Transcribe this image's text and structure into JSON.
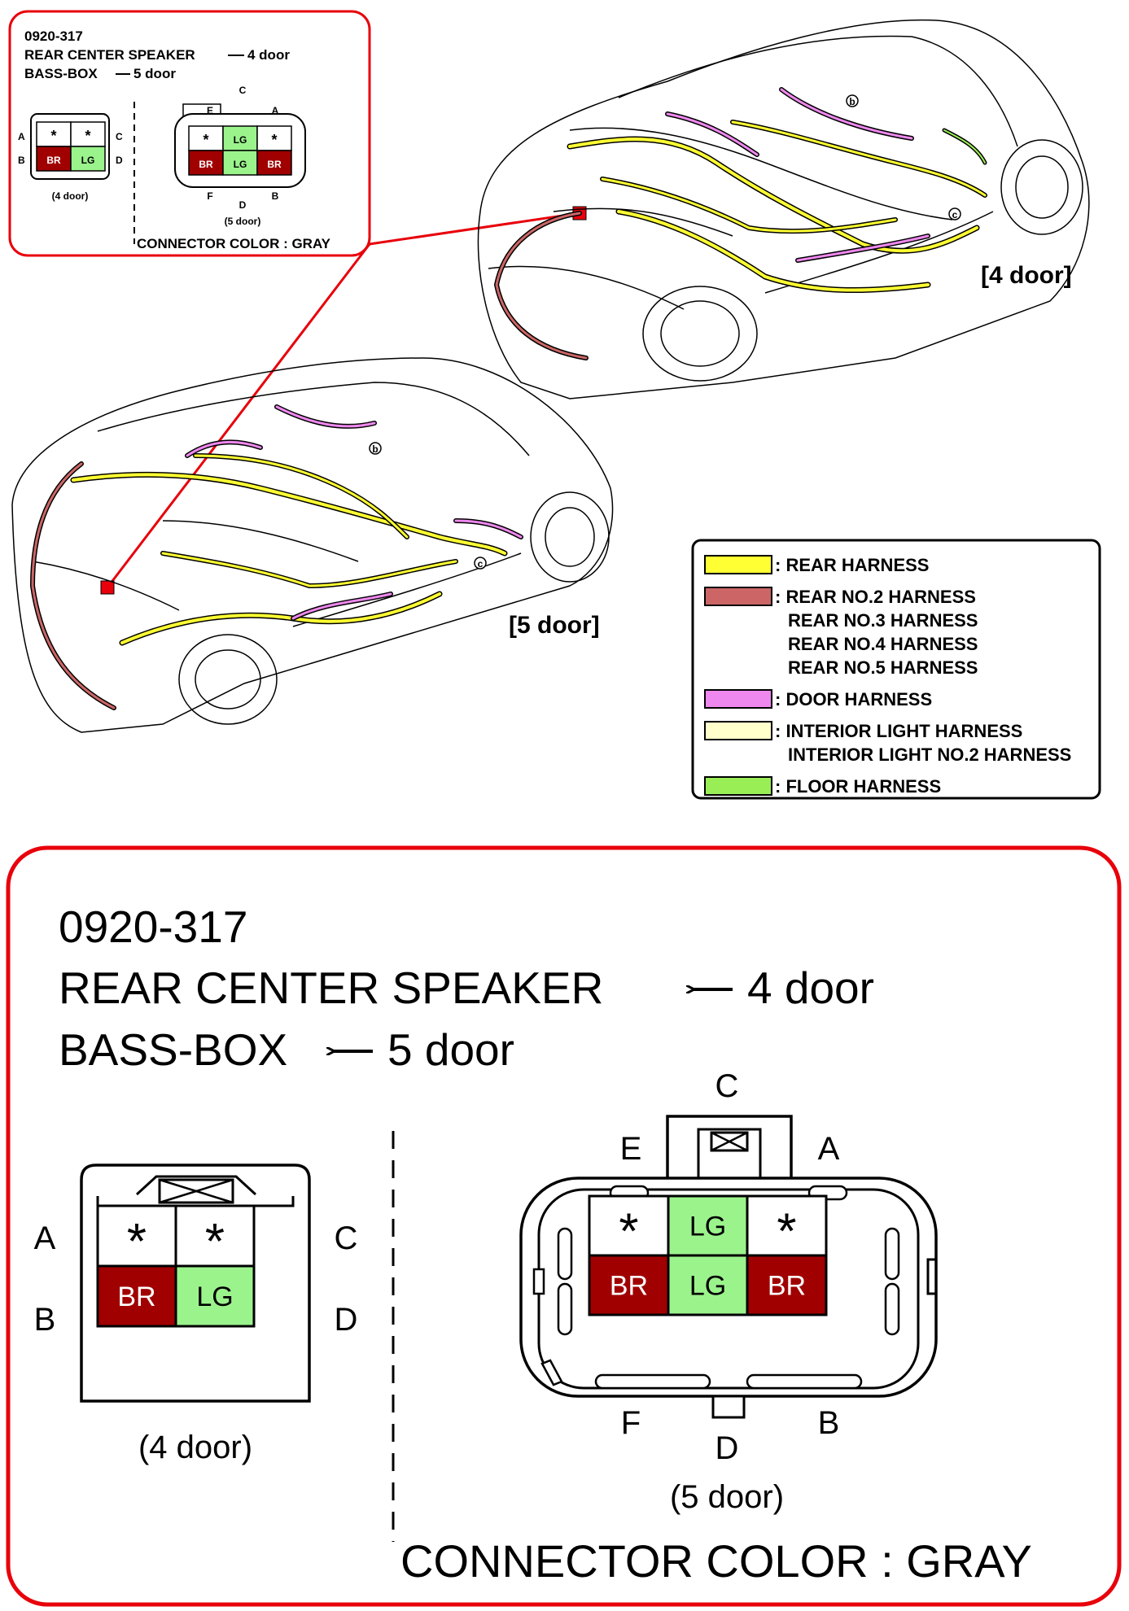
{
  "connector": {
    "code": "0920-317",
    "line1": "REAR  CENTER SPEAKER",
    "line1_suffix": "4 door",
    "line2": "BASS-BOX",
    "line2_suffix": "5 door",
    "connector_color": "CONNECTOR COLOR : GRAY",
    "four_door": {
      "caption": "(4 door)",
      "labels": {
        "A": "A",
        "B": "B",
        "C": "C",
        "D": "D"
      },
      "cells": [
        {
          "pin": "A",
          "text": "*",
          "color": "#ffffff"
        },
        {
          "pin": "C",
          "text": "*",
          "color": "#ffffff"
        },
        {
          "pin": "B",
          "text": "BR",
          "color": "#a00000"
        },
        {
          "pin": "D",
          "text": "LG",
          "color": "#9bf38c"
        }
      ]
    },
    "five_door": {
      "caption": "(5 door)",
      "labels": {
        "A": "A",
        "B": "B",
        "C": "C",
        "D": "D",
        "E": "E",
        "F": "F"
      },
      "cells": [
        {
          "pin": "E",
          "text": "*",
          "color": "#ffffff"
        },
        {
          "pin": "C",
          "text": "LG",
          "color": "#9bf38c"
        },
        {
          "pin": "A",
          "text": "*",
          "color": "#ffffff"
        },
        {
          "pin": "F",
          "text": "BR",
          "color": "#a00000"
        },
        {
          "pin": "D",
          "text": "LG",
          "color": "#9bf38c"
        },
        {
          "pin": "B",
          "text": "BR",
          "color": "#a00000"
        }
      ]
    }
  },
  "vehicles": {
    "four_door_label": "[4 door]",
    "five_door_label": "[5 door]",
    "callout_b": "b",
    "callout_c": "c"
  },
  "legend": {
    "items": [
      {
        "color": "#ffff33",
        "lines": [
          ": REAR HARNESS"
        ]
      },
      {
        "color": "#cc6666",
        "lines": [
          ": REAR NO.2 HARNESS",
          "REAR NO.3 HARNESS",
          "REAR NO.4 HARNESS",
          "REAR NO.5 HARNESS"
        ]
      },
      {
        "color": "#ee88ee",
        "lines": [
          ": DOOR HARNESS"
        ]
      },
      {
        "color": "#ffffcc",
        "lines": [
          ": INTERIOR LIGHT HARNESS",
          "INTERIOR LIGHT NO.2 HARNESS"
        ]
      },
      {
        "color": "#99ee55",
        "lines": [
          ": FLOOR HARNESS"
        ]
      }
    ]
  },
  "colors": {
    "frame_red": "#e8000b",
    "brown_cell": "#a00000",
    "light_green_cell": "#9bf38c",
    "rear_harness": "#ffff33",
    "rear_no2_harness": "#cc6666",
    "door_harness": "#ee88ee"
  }
}
